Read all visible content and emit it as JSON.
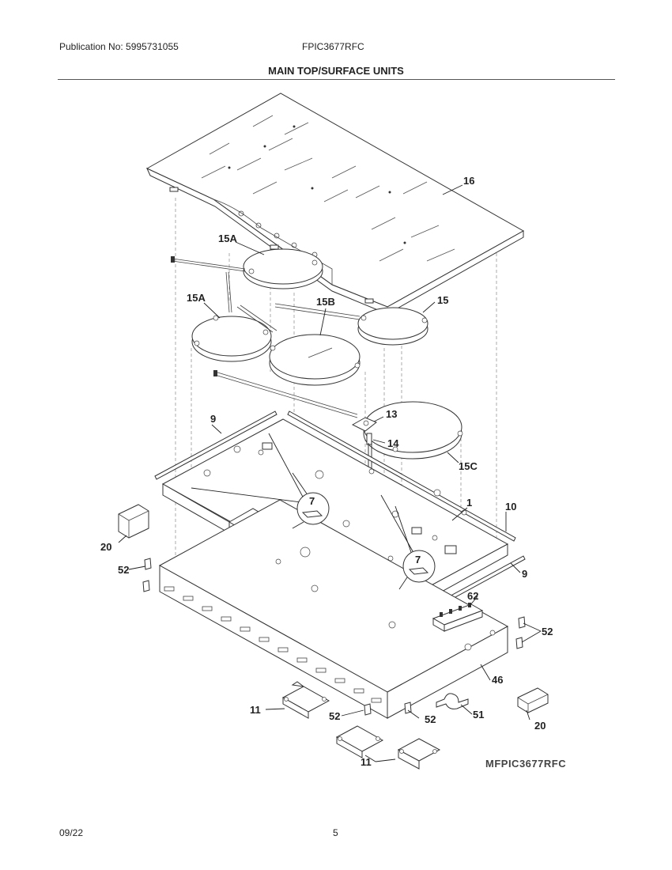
{
  "header": {
    "publication": "Publication No: 5995731055",
    "model": "FPIC3677RFC",
    "title": "MAIN TOP/SURFACE UNITS"
  },
  "footer": {
    "date": "09/22",
    "page": "5"
  },
  "diagram": {
    "model_code": "MFPIC3677RFC",
    "callouts": {
      "c16": "16",
      "c15a_top": "15A",
      "c15a_left": "15A",
      "c15b": "15B",
      "c15": "15",
      "c13": "13",
      "c14": "14",
      "c15c": "15C",
      "c9_top": "9",
      "c9_right": "9",
      "c1": "1",
      "c10": "10",
      "c7_left": "7",
      "c7_right": "7",
      "c20_left": "20",
      "c20_right": "20",
      "c52_left": "52",
      "c52_right": "52",
      "c52_bot_left": "52",
      "c52_bot_right": "52",
      "c62": "62",
      "c46": "46",
      "c51": "51",
      "c11_top": "11",
      "c11_bot": "11"
    }
  }
}
